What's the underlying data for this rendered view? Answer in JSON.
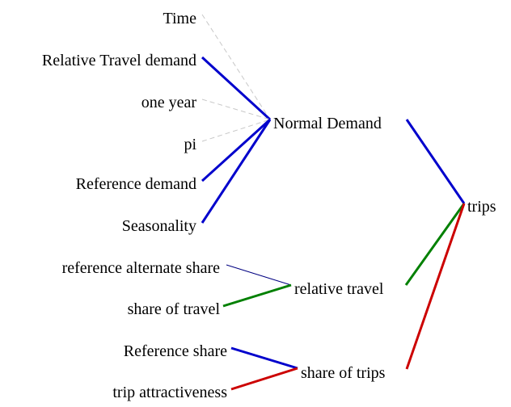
{
  "diagram": {
    "nodes": {
      "time": "Time",
      "relative_travel_demand": "Relative Travel demand",
      "one_year": "one year",
      "pi": "pi",
      "reference_demand": "Reference demand",
      "seasonality": "Seasonality",
      "normal_demand": "Normal Demand",
      "trips": "trips",
      "reference_alternate_share": "reference alternate share",
      "share_of_travel": "share of travel",
      "relative_travel": "relative travel",
      "reference_share": "Reference share",
      "trip_attractiveness": "trip attractiveness",
      "share_of_trips": "share of trips"
    },
    "links": [
      {
        "from": "Time",
        "to": "Normal Demand",
        "style": "dashed",
        "color": "#c8c8c8"
      },
      {
        "from": "Relative Travel demand",
        "to": "Normal Demand",
        "style": "solid",
        "color": "#0000cc"
      },
      {
        "from": "one year",
        "to": "Normal Demand",
        "style": "dashed",
        "color": "#c8c8c8"
      },
      {
        "from": "pi",
        "to": "Normal Demand",
        "style": "dashed",
        "color": "#c8c8c8"
      },
      {
        "from": "Reference demand",
        "to": "Normal Demand",
        "style": "solid",
        "color": "#0000cc"
      },
      {
        "from": "Seasonality",
        "to": "Normal Demand",
        "style": "solid",
        "color": "#0000cc"
      },
      {
        "from": "Normal Demand",
        "to": "trips",
        "style": "solid",
        "color": "#0000cc"
      },
      {
        "from": "reference alternate share",
        "to": "relative travel",
        "style": "thin",
        "color": "#000080"
      },
      {
        "from": "share of travel",
        "to": "relative travel",
        "style": "solid",
        "color": "#008000"
      },
      {
        "from": "relative travel",
        "to": "trips",
        "style": "solid",
        "color": "#008000"
      },
      {
        "from": "Reference share",
        "to": "share of trips",
        "style": "solid",
        "color": "#0000cc"
      },
      {
        "from": "trip attractiveness",
        "to": "share of trips",
        "style": "solid",
        "color": "#cc0000"
      },
      {
        "from": "share of trips",
        "to": "trips",
        "style": "solid",
        "color": "#cc0000"
      }
    ]
  }
}
